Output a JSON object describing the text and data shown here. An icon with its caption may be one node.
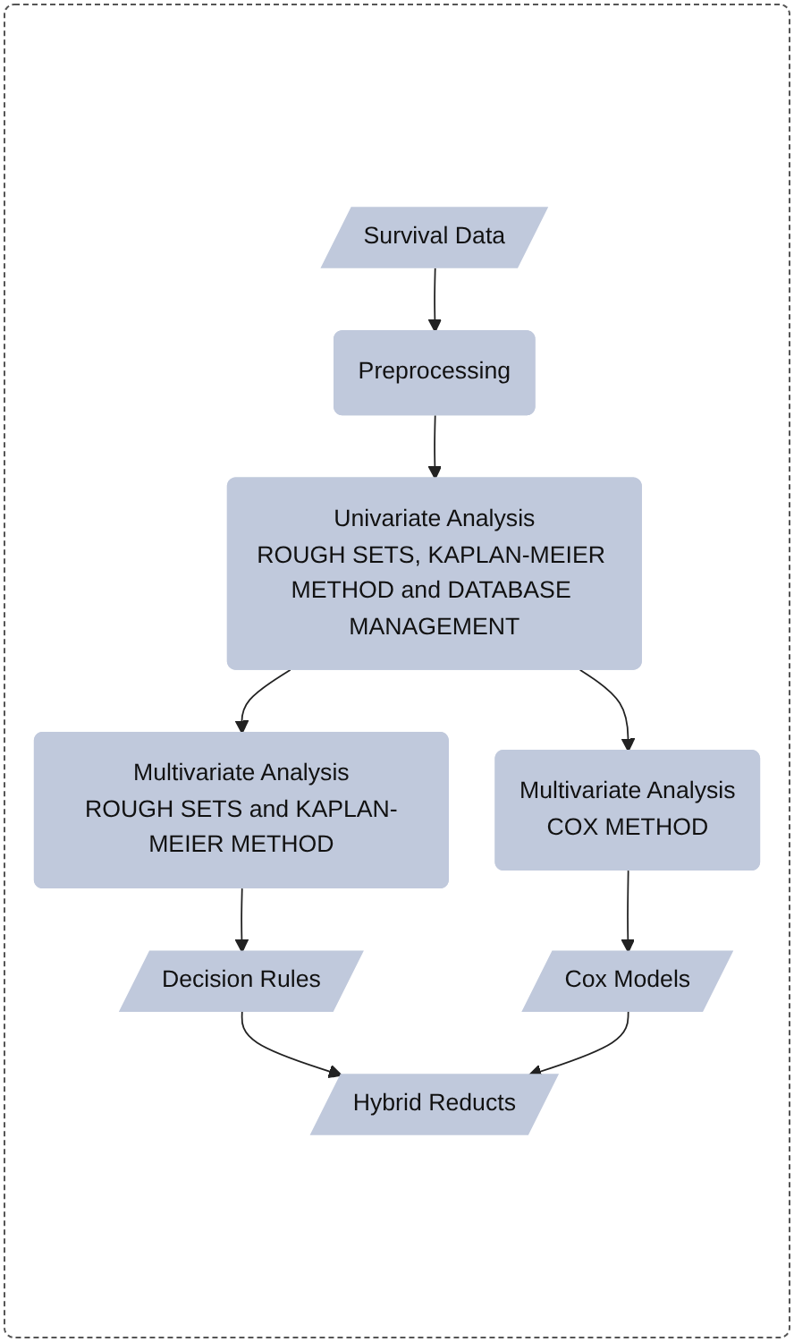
{
  "diagram": {
    "nodes": [
      {
        "text": [
          "Survival Data"
        ]
      },
      {
        "text": [
          "Preprocessing"
        ]
      },
      {
        "text": [
          "Univariate Analysis",
          "ROUGH SETS, KAPLAN-MEIER METHOD and DATABASE MANAGEMENT"
        ]
      },
      {
        "text": [
          "Multivariate Analysis",
          "ROUGH SETS and KAPLAN-MEIER METHOD"
        ]
      },
      {
        "text": [
          "Multivariate Analysis",
          "COX METHOD"
        ]
      },
      {
        "text": [
          "Decision Rules"
        ]
      },
      {
        "text": [
          "Hybrid Reducts"
        ]
      },
      {
        "text": [
          "Cox Models"
        ]
      }
    ],
    "edges": [
      {
        "from": 0,
        "to": 1,
        "arrow": "to"
      },
      {
        "from": 1,
        "to": 2,
        "arrow": "to"
      },
      {
        "from": 2,
        "to": 3,
        "arrow": "to"
      },
      {
        "from": 2,
        "to": 4,
        "arrow": "to"
      },
      {
        "from": 3,
        "to": 5,
        "arrow": "to"
      },
      {
        "from": 4,
        "to": 7,
        "arrow": "to"
      },
      {
        "from": 5,
        "to": 6,
        "arrow": "to"
      },
      {
        "from": 7,
        "to": 6,
        "arrow": "to"
      }
    ]
  }
}
